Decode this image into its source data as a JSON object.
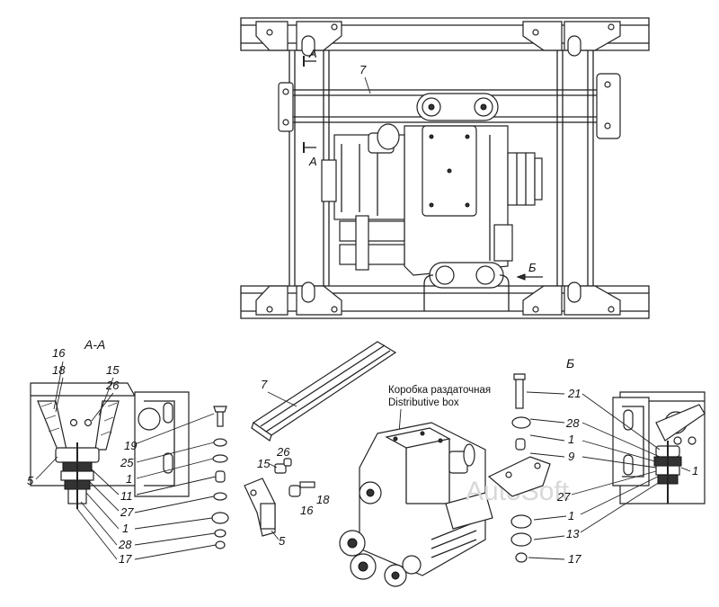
{
  "labels": {
    "section_aa": "А-А",
    "section_b": "Б",
    "arrow_a_top": "А",
    "arrow_a_bottom": "А",
    "arrow_b": "Б",
    "crossbar": "7",
    "caption_ru": "Коробка раздаточная",
    "caption_en": "Distributive box",
    "watermark": "AutoSoft"
  },
  "callouts_left": [
    "16",
    "18",
    "15",
    "26",
    "5",
    "19",
    "25",
    "1",
    "11",
    "27",
    "1",
    "28",
    "17"
  ],
  "callouts_middle": [
    "7",
    "26",
    "15",
    "18",
    "16",
    "5"
  ],
  "callouts_right": [
    "21",
    "28",
    "1",
    "9",
    "1",
    "27",
    "1",
    "13",
    "17"
  ]
}
